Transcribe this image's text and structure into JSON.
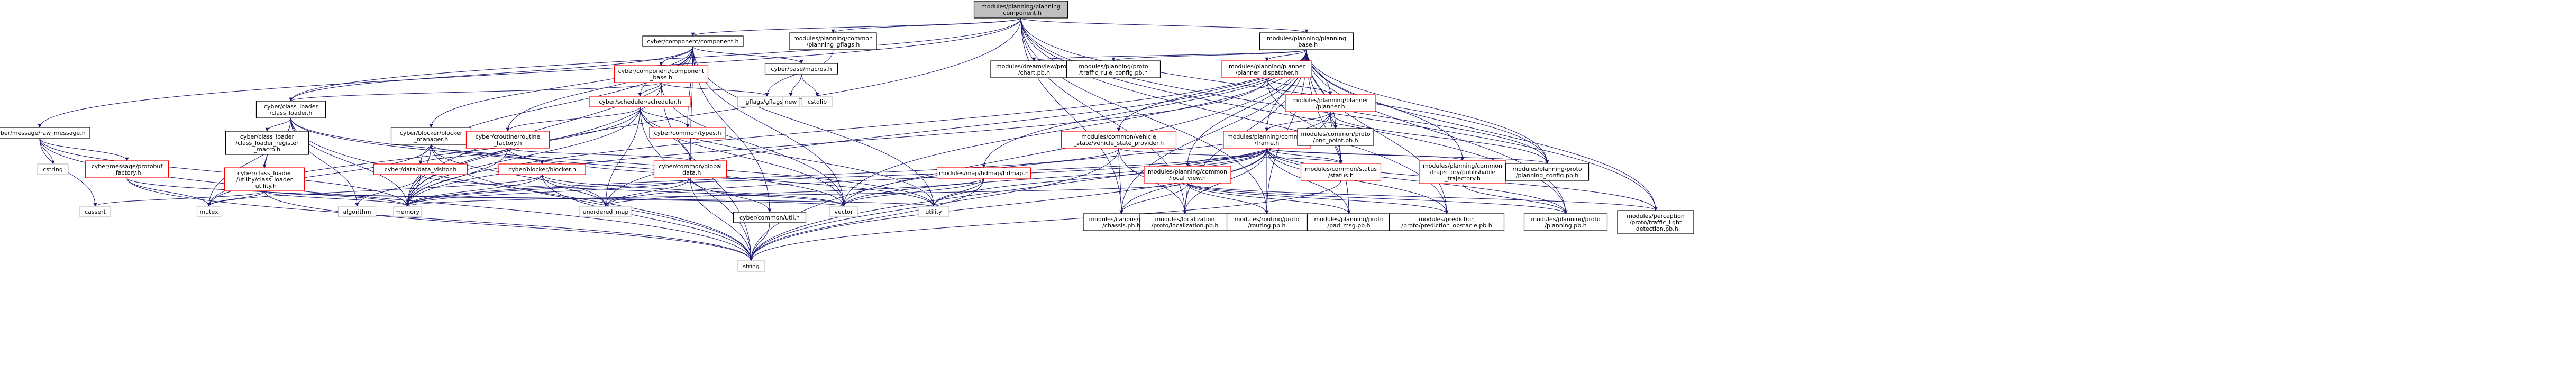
{
  "graph": {
    "title": "",
    "colors": {
      "edge": "#191970",
      "root_fill": "#bfbfbf",
      "root_border": "#000000",
      "documented_border": "#000000",
      "undocumented_border": "#ff0000",
      "plain_border": "#bfbfbf",
      "node_fill": "#ffffff",
      "text": "#000000"
    },
    "nodes": [
      {
        "id": "root",
        "kind": "root",
        "lines": [
          "modules/planning/planning",
          "_component.h"
        ]
      },
      {
        "id": "cyber_component",
        "kind": "documented",
        "lines": [
          "cyber/component/component.h"
        ]
      },
      {
        "id": "planning_gflags",
        "kind": "documented",
        "lines": [
          "modules/planning/common",
          "/planning_gflags.h"
        ]
      },
      {
        "id": "planning_base",
        "kind": "documented",
        "lines": [
          "modules/planning/planning",
          "_base.h"
        ]
      },
      {
        "id": "class_loader",
        "kind": "documented",
        "lines": [
          "cyber/class_loader",
          "/class_loader.h"
        ]
      },
      {
        "id": "raw_message",
        "kind": "documented",
        "lines": [
          "cyber/message/raw_message.h"
        ]
      },
      {
        "id": "component_base",
        "kind": "undocumented",
        "lines": [
          "cyber/component/component",
          "_base.h"
        ]
      },
      {
        "id": "base_macros",
        "kind": "documented",
        "lines": [
          "cyber/base/macros.h"
        ]
      },
      {
        "id": "scheduler",
        "kind": "undocumented",
        "lines": [
          "cyber/scheduler/scheduler.h"
        ]
      },
      {
        "id": "blocker_manager",
        "kind": "documented",
        "lines": [
          "cyber/blocker/blocker",
          "_manager.h"
        ]
      },
      {
        "id": "routine_factory",
        "kind": "undocumented",
        "lines": [
          "cyber/croutine/routine",
          "_factory.h"
        ]
      },
      {
        "id": "data_visitor",
        "kind": "undocumented",
        "lines": [
          "cyber/data/data_visitor.h"
        ]
      },
      {
        "id": "blocker",
        "kind": "undocumented",
        "lines": [
          "cyber/blocker/blocker.h"
        ]
      },
      {
        "id": "common_global_data",
        "kind": "undocumented",
        "lines": [
          "cyber/common/global",
          "_data.h"
        ]
      },
      {
        "id": "common_types",
        "kind": "undocumented",
        "lines": [
          "cyber/common/types.h"
        ]
      },
      {
        "id": "common_util",
        "kind": "documented",
        "lines": [
          "cyber/common/util.h"
        ]
      },
      {
        "id": "class_loader_register",
        "kind": "documented",
        "lines": [
          "cyber/class_loader",
          "/class_loader_register",
          "_macro.h"
        ]
      },
      {
        "id": "class_loader_utility",
        "kind": "undocumented",
        "lines": [
          "cyber/class_loader",
          "/utility/class_loader",
          "_utility.h"
        ]
      },
      {
        "id": "protobuf_factory",
        "kind": "undocumented",
        "lines": [
          "cyber/message/protobuf",
          "_factory.h"
        ]
      },
      {
        "id": "gflags",
        "kind": "plain",
        "lines": [
          "gflags/gflags.h"
        ]
      },
      {
        "id": "new",
        "kind": "plain",
        "lines": [
          "new"
        ]
      },
      {
        "id": "cstdlib",
        "kind": "plain",
        "lines": [
          "cstdlib"
        ]
      },
      {
        "id": "cstring",
        "kind": "plain",
        "lines": [
          "cstring"
        ]
      },
      {
        "id": "cassert",
        "kind": "plain",
        "lines": [
          "cassert"
        ]
      },
      {
        "id": "mutex",
        "kind": "plain",
        "lines": [
          "mutex"
        ]
      },
      {
        "id": "memory",
        "kind": "plain",
        "lines": [
          "memory"
        ]
      },
      {
        "id": "algorithm",
        "kind": "plain",
        "lines": [
          "algorithm"
        ]
      },
      {
        "id": "unordered_map",
        "kind": "plain",
        "lines": [
          "unordered_map"
        ]
      },
      {
        "id": "vector",
        "kind": "plain",
        "lines": [
          "vector"
        ]
      },
      {
        "id": "utility",
        "kind": "plain",
        "lines": [
          "utility"
        ]
      },
      {
        "id": "string",
        "kind": "plain",
        "lines": [
          "string"
        ]
      },
      {
        "id": "chart_pb",
        "kind": "documented",
        "lines": [
          "modules/dreamview/proto",
          "/chart.pb.h"
        ]
      },
      {
        "id": "traffic_rule_config_pb",
        "kind": "documented",
        "lines": [
          "modules/planning/proto",
          "/traffic_rule_config.pb.h"
        ]
      },
      {
        "id": "planner_dispatcher",
        "kind": "undocumented",
        "lines": [
          "modules/planning/planner",
          "/planner_dispatcher.h"
        ]
      },
      {
        "id": "planner",
        "kind": "undocumented",
        "lines": [
          "modules/planning/planner",
          "/planner.h"
        ]
      },
      {
        "id": "vehicle_state_provider",
        "kind": "undocumented",
        "lines": [
          "modules/common/vehicle",
          "_state/vehicle_state_provider.h"
        ]
      },
      {
        "id": "hdmap",
        "kind": "undocumented",
        "lines": [
          "modules/map/hdmap/hdmap.h"
        ]
      },
      {
        "id": "frame",
        "kind": "undocumented",
        "lines": [
          "modules/planning/common",
          "/frame.h"
        ]
      },
      {
        "id": "pnc_point_pb",
        "kind": "documented",
        "lines": [
          "modules/common/proto",
          "/pnc_point.pb.h"
        ]
      },
      {
        "id": "local_view",
        "kind": "undocumented",
        "lines": [
          "modules/planning/common",
          "/local_view.h"
        ]
      },
      {
        "id": "status",
        "kind": "undocumented",
        "lines": [
          "modules/common/status",
          "/status.h"
        ]
      },
      {
        "id": "trajectory_publishable",
        "kind": "undocumented",
        "lines": [
          "modules/planning/common",
          "/trajectory/publishable",
          "_trajectory.h"
        ]
      },
      {
        "id": "planning_config_pb",
        "kind": "documented",
        "lines": [
          "modules/planning/proto",
          "/planning_config.pb.h"
        ]
      },
      {
        "id": "chassis_pb",
        "kind": "documented",
        "lines": [
          "modules/canbus/proto",
          "/chassis.pb.h"
        ]
      },
      {
        "id": "localization_pb",
        "kind": "documented",
        "lines": [
          "modules/localization",
          "/proto/localization.pb.h"
        ]
      },
      {
        "id": "routing_pb",
        "kind": "documented",
        "lines": [
          "modules/routing/proto",
          "/routing.pb.h"
        ]
      },
      {
        "id": "pad_msg_pb",
        "kind": "documented",
        "lines": [
          "modules/planning/proto",
          "/pad_msg.pb.h"
        ]
      },
      {
        "id": "prediction_obstacle_pb",
        "kind": "documented",
        "lines": [
          "modules/prediction",
          "/proto/prediction_obstacle.pb.h"
        ]
      },
      {
        "id": "planning_pb",
        "kind": "documented",
        "lines": [
          "modules/planning/proto",
          "/planning.pb.h"
        ]
      },
      {
        "id": "traffic_light_detection_pb",
        "kind": "documented",
        "lines": [
          "modules/perception",
          "/proto/traffic_light",
          "_detection.pb.h"
        ]
      }
    ],
    "edges": [
      [
        "root",
        "cyber_component"
      ],
      [
        "root",
        "planning_gflags"
      ],
      [
        "root",
        "planning_base"
      ],
      [
        "root",
        "class_loader"
      ],
      [
        "root",
        "raw_message"
      ],
      [
        "root",
        "planning_config_pb"
      ],
      [
        "root",
        "prediction_obstacle_pb"
      ],
      [
        "root",
        "planning_pb"
      ],
      [
        "root",
        "traffic_light_detection_pb"
      ],
      [
        "root",
        "routing_pb"
      ],
      [
        "root",
        "localization_pb"
      ],
      [
        "root",
        "chassis_pb"
      ],
      [
        "root",
        "memory"
      ],
      [
        "cyber_component",
        "component_base"
      ],
      [
        "cyber_component",
        "base_macros"
      ],
      [
        "cyber_component",
        "scheduler"
      ],
      [
        "cyber_component",
        "class_loader"
      ],
      [
        "cyber_component",
        "blocker_manager"
      ],
      [
        "cyber_component",
        "routine_factory"
      ],
      [
        "cyber_component",
        "data_visitor"
      ],
      [
        "cyber_component",
        "common_global_data"
      ],
      [
        "cyber_component",
        "common_types"
      ],
      [
        "cyber_component",
        "common_util"
      ],
      [
        "cyber_component",
        "vector"
      ],
      [
        "cyber_component",
        "utility"
      ],
      [
        "cyber_component",
        "memory"
      ],
      [
        "planning_gflags",
        "gflags"
      ],
      [
        "planning_base",
        "chart_pb"
      ],
      [
        "planning_base",
        "traffic_rule_config_pb"
      ],
      [
        "planning_base",
        "planner_dispatcher"
      ],
      [
        "planning_base",
        "planner"
      ],
      [
        "planning_base",
        "vehicle_state_provider"
      ],
      [
        "planning_base",
        "hdmap"
      ],
      [
        "planning_base",
        "frame"
      ],
      [
        "planning_base",
        "local_view"
      ],
      [
        "planning_base",
        "status"
      ],
      [
        "planning_base",
        "trajectory_publishable"
      ],
      [
        "planning_base",
        "planning_config_pb"
      ],
      [
        "planning_base",
        "chassis_pb"
      ],
      [
        "planning_base",
        "localization_pb"
      ],
      [
        "planning_base",
        "routing_pb"
      ],
      [
        "planning_base",
        "pad_msg_pb"
      ],
      [
        "planning_base",
        "prediction_obstacle_pb"
      ],
      [
        "planning_base",
        "planning_pb"
      ],
      [
        "planning_base",
        "traffic_light_detection_pb"
      ],
      [
        "planning_base",
        "pnc_point_pb"
      ],
      [
        "planning_base",
        "vector"
      ],
      [
        "planning_base",
        "string"
      ],
      [
        "planning_base",
        "memory"
      ],
      [
        "planning_base",
        "unordered_map"
      ],
      [
        "class_loader",
        "class_loader_register"
      ],
      [
        "class_loader",
        "class_loader_utility"
      ],
      [
        "class_loader",
        "mutex"
      ],
      [
        "class_loader",
        "memory"
      ],
      [
        "class_loader",
        "algorithm"
      ],
      [
        "class_loader",
        "string"
      ],
      [
        "class_loader",
        "vector"
      ],
      [
        "class_loader",
        "utility"
      ],
      [
        "raw_message",
        "protobuf_factory"
      ],
      [
        "raw_message",
        "cstring"
      ],
      [
        "raw_message",
        "cassert"
      ],
      [
        "raw_message",
        "memory"
      ],
      [
        "raw_message",
        "string"
      ],
      [
        "component_base",
        "class_loader"
      ],
      [
        "component_base",
        "scheduler"
      ],
      [
        "component_base",
        "gflags"
      ],
      [
        "component_base",
        "vector"
      ],
      [
        "component_base",
        "memory"
      ],
      [
        "component_base",
        "string"
      ],
      [
        "base_macros",
        "new"
      ],
      [
        "base_macros",
        "cstdlib"
      ],
      [
        "scheduler",
        "routine_factory"
      ],
      [
        "scheduler",
        "common_types"
      ],
      [
        "scheduler",
        "common_global_data"
      ],
      [
        "scheduler",
        "mutex"
      ],
      [
        "scheduler",
        "memory"
      ],
      [
        "scheduler",
        "string"
      ],
      [
        "scheduler",
        "vector"
      ],
      [
        "scheduler",
        "unordered_map"
      ],
      [
        "scheduler",
        "utility"
      ],
      [
        "blocker_manager",
        "blocker"
      ],
      [
        "blocker_manager",
        "memory"
      ],
      [
        "blocker_manager",
        "mutex"
      ],
      [
        "blocker_manager",
        "unordered_map"
      ],
      [
        "blocker_manager",
        "string"
      ],
      [
        "routine_factory",
        "data_visitor"
      ],
      [
        "routine_factory",
        "common_global_data"
      ],
      [
        "routine_factory",
        "memory"
      ],
      [
        "routine_factory",
        "utility"
      ],
      [
        "data_visitor",
        "algorithm"
      ],
      [
        "data_visitor",
        "memory"
      ],
      [
        "data_visitor",
        "vector"
      ],
      [
        "blocker",
        "memory"
      ],
      [
        "blocker",
        "mutex"
      ],
      [
        "blocker",
        "string"
      ],
      [
        "blocker",
        "vector"
      ],
      [
        "blocker",
        "unordered_map"
      ],
      [
        "common_global_data",
        "common_util"
      ],
      [
        "common_global_data",
        "unordered_map"
      ],
      [
        "common_global_data",
        "string"
      ],
      [
        "common_global_data",
        "memory"
      ],
      [
        "common_util",
        "string"
      ],
      [
        "class_loader_register",
        "class_loader_utility"
      ],
      [
        "class_loader_utility",
        "cassert"
      ],
      [
        "class_loader_utility",
        "mutex"
      ],
      [
        "class_loader_utility",
        "memory"
      ],
      [
        "class_loader_utility",
        "string"
      ],
      [
        "class_loader_utility",
        "vector"
      ],
      [
        "class_loader_utility",
        "utility"
      ],
      [
        "protobuf_factory",
        "mutex"
      ],
      [
        "protobuf_factory",
        "memory"
      ],
      [
        "protobuf_factory",
        "string"
      ],
      [
        "planner_dispatcher",
        "planner"
      ],
      [
        "planner_dispatcher",
        "status"
      ],
      [
        "planner_dispatcher",
        "planning_config_pb"
      ],
      [
        "planner_dispatcher",
        "memory"
      ],
      [
        "planner",
        "frame"
      ],
      [
        "planner",
        "status"
      ],
      [
        "planner",
        "pnc_point_pb"
      ],
      [
        "planner",
        "planning_config_pb"
      ],
      [
        "planner",
        "string"
      ],
      [
        "planner",
        "vector"
      ],
      [
        "vehicle_state_provider",
        "status"
      ],
      [
        "vehicle_state_provider",
        "chassis_pb"
      ],
      [
        "vehicle_state_provider",
        "localization_pb"
      ],
      [
        "vehicle_state_provider",
        "string"
      ],
      [
        "vehicle_state_provider",
        "memory"
      ],
      [
        "hdmap",
        "vector"
      ],
      [
        "hdmap",
        "utility"
      ],
      [
        "hdmap",
        "string"
      ],
      [
        "hdmap",
        "unordered_map"
      ],
      [
        "frame",
        "local_view"
      ],
      [
        "frame",
        "status"
      ],
      [
        "frame",
        "trajectory_publishable"
      ],
      [
        "frame",
        "planning_config_pb"
      ],
      [
        "frame",
        "chassis_pb"
      ],
      [
        "frame",
        "localization_pb"
      ],
      [
        "frame",
        "routing_pb"
      ],
      [
        "frame",
        "pad_msg_pb"
      ],
      [
        "frame",
        "prediction_obstacle_pb"
      ],
      [
        "frame",
        "planning_pb"
      ],
      [
        "frame",
        "traffic_light_detection_pb"
      ],
      [
        "frame",
        "vector"
      ],
      [
        "frame",
        "string"
      ],
      [
        "frame",
        "unordered_map"
      ],
      [
        "frame",
        "memory"
      ],
      [
        "frame",
        "utility"
      ],
      [
        "local_view",
        "chassis_pb"
      ],
      [
        "local_view",
        "localization_pb"
      ],
      [
        "local_view",
        "routing_pb"
      ],
      [
        "local_view",
        "pad_msg_pb"
      ],
      [
        "local_view",
        "prediction_obstacle_pb"
      ],
      [
        "local_view",
        "planning_pb"
      ],
      [
        "local_view",
        "traffic_light_detection_pb"
      ],
      [
        "local_view",
        "memory"
      ],
      [
        "status",
        "string"
      ],
      [
        "trajectory_publishable",
        "planning_pb"
      ]
    ]
  }
}
